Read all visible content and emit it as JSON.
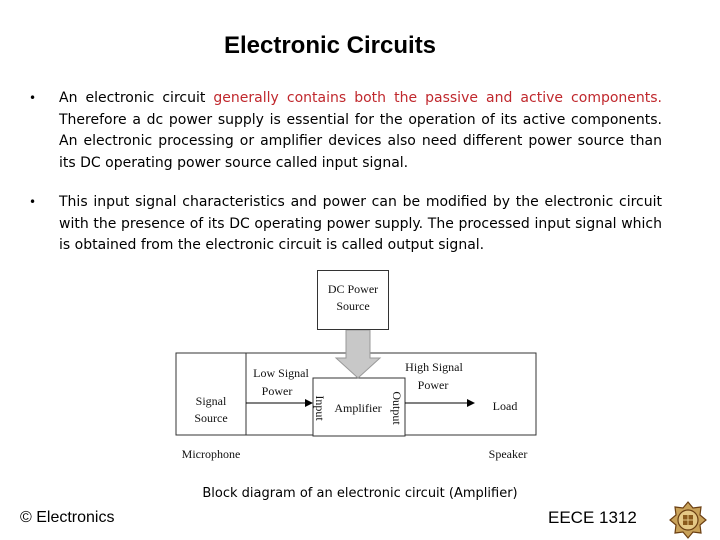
{
  "slide": {
    "title": "Electronic Circuits",
    "bullets": [
      {
        "pre": "An electronic circuit ",
        "highlight": "generally contains both the passive and active components.",
        "post": " Therefore a dc power supply is essential for the operation of its active components. An electronic processing or amplifier devices also need different power source than its DC operating power source called input signal."
      },
      {
        "pre": "This input signal characteristics and power can be modified by the electronic circuit with the presence of its DC operating power supply. The processed input signal which is obtained from the electronic circuit is called output signal.",
        "highlight": "",
        "post": ""
      }
    ],
    "bullet_symbol": "•",
    "highlight_color": "#c0282d"
  },
  "diagram": {
    "dc_source_line1": "DC  Power",
    "dc_source_line2": "Source",
    "low_signal_line1": "Low Signal",
    "low_signal_line2": "Power",
    "high_signal_line1": "High Signal",
    "high_signal_line2": "Power",
    "signal_source_line1": "Signal",
    "signal_source_line2": "Source",
    "input": "Input",
    "amplifier": "Amplifier",
    "output": "Output",
    "load": "Load",
    "microphone": "Microphone",
    "speaker": "Speaker",
    "arrow_color": "#c8c8c8"
  },
  "caption": "Block diagram of an electronic circuit (Amplifier)",
  "footer": {
    "left": "© Electronics",
    "right": "EECE 1312"
  },
  "emblem": {
    "icon": "university-crest-icon",
    "color": "#8a5a1c"
  }
}
